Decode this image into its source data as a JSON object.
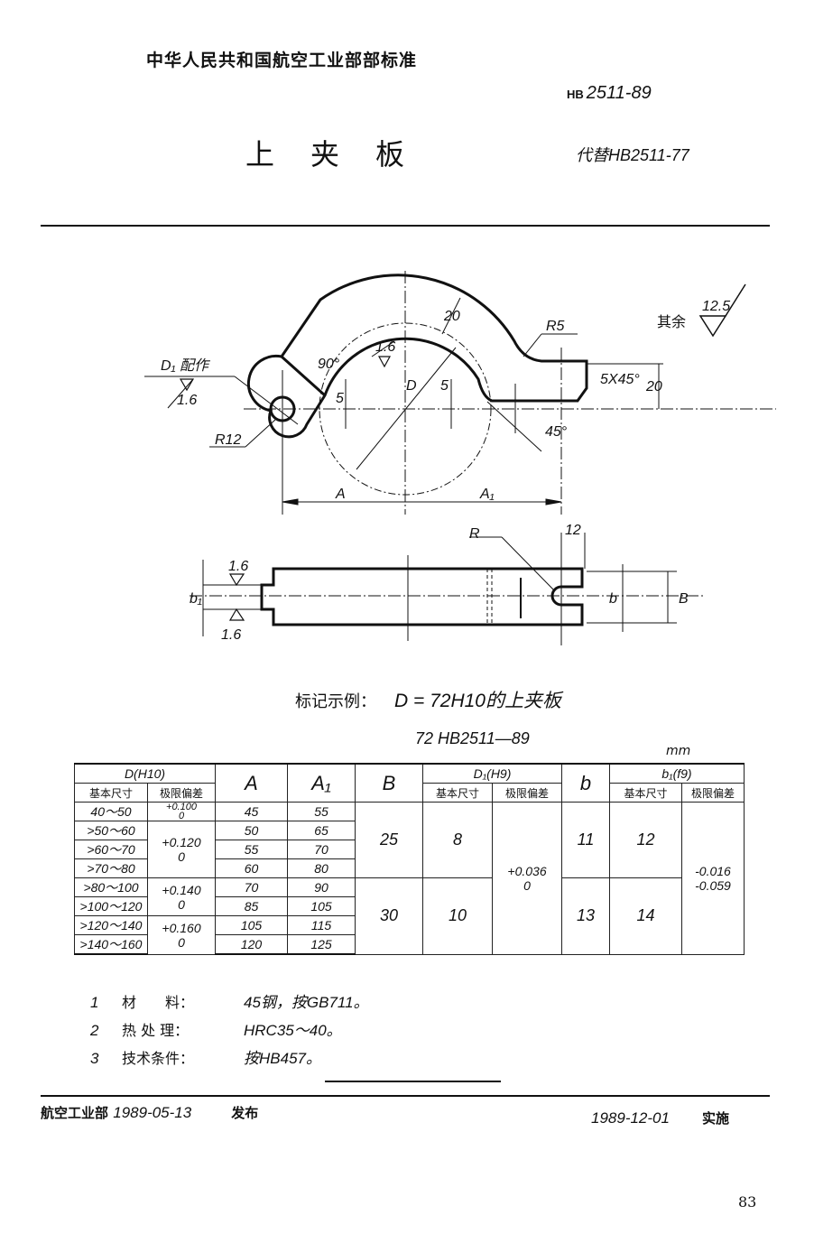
{
  "header": {
    "organization": "中华人民共和国航空工业部部标准",
    "standard_prefix": "HB",
    "standard_number": "2511-89",
    "title": "上夹板",
    "replaces": "代替HB2511-77"
  },
  "drawing": {
    "front_view_labels": {
      "d1_note": "D₁ 配作",
      "d1_roughness": "1.6",
      "r12": "R12",
      "angle_90": "90°",
      "bore_roughness": "1.6",
      "width_20": "20",
      "diameter": "D",
      "dim_5_left": "5",
      "dim_5_right": "5",
      "r5": "R5",
      "chamfer": "5X45°",
      "height_20": "20",
      "angle_45": "45°",
      "dim_a": "A",
      "dim_a1": "A₁",
      "other_roughness_label": "其余",
      "other_roughness": "12.5"
    },
    "top_view_labels": {
      "radius": "R",
      "dim_12": "12",
      "b1": "b₁",
      "roughness_top": "1.6",
      "roughness_bottom": "1.6",
      "b": "b",
      "B": "B"
    }
  },
  "marking_example": {
    "label": "标记示例：",
    "text": "D = 72H10的上夹板",
    "code": "72  HB2511—89"
  },
  "table": {
    "unit": "mm",
    "headers": {
      "D_group": "D(H10)",
      "basic_size": "基本尺寸",
      "tolerance": "极限偏差",
      "A": "A",
      "A1": "A₁",
      "B": "B",
      "D1_group": "D₁(H9)",
      "b": "b",
      "b1_group": "b₁(f9)"
    },
    "rows": [
      {
        "D": "40～50",
        "A": "45",
        "A1": "55"
      },
      {
        "D": ">50～60",
        "A": "50",
        "A1": "65"
      },
      {
        "D": ">60～70",
        "A": "55",
        "A1": "70"
      },
      {
        "D": ">70～80",
        "A": "60",
        "A1": "80"
      },
      {
        "D": ">80～100",
        "A": "70",
        "A1": "90"
      },
      {
        "D": ">100～120",
        "A": "85",
        "A1": "105"
      },
      {
        "D": ">120～140",
        "A": "105",
        "A1": "115"
      },
      {
        "D": ">140～160",
        "A": "120",
        "A1": "125"
      }
    ],
    "D_tolerances": [
      {
        "upper": "+0.100",
        "lower": "0"
      },
      {
        "upper": "+0.120",
        "lower": "0"
      },
      {
        "upper": "+0.140",
        "lower": "0"
      },
      {
        "upper": "+0.160",
        "lower": "0"
      }
    ],
    "groups": [
      {
        "B": "25",
        "D1": "8",
        "b": "11",
        "b1": "12"
      },
      {
        "B": "30",
        "D1": "10",
        "b": "13",
        "b1": "14"
      }
    ],
    "D1_tolerance": {
      "upper": "+0.036",
      "lower": "0"
    },
    "b1_tolerance": {
      "upper": "-0.016",
      "lower": "-0.059"
    }
  },
  "notes": [
    {
      "num": "1",
      "key": "材　　料：",
      "value": "45钢，按GB711。"
    },
    {
      "num": "2",
      "key": "热 处 理：",
      "value": "HRC35～40。"
    },
    {
      "num": "3",
      "key": "技术条件：",
      "value": "按HB457。"
    }
  ],
  "footer": {
    "issuer": "航空工业部",
    "issue_date": "1989-05-13",
    "issue_label": "发布",
    "effective_date": "1989-12-01",
    "effective_label": "实施",
    "page_number": "83"
  }
}
